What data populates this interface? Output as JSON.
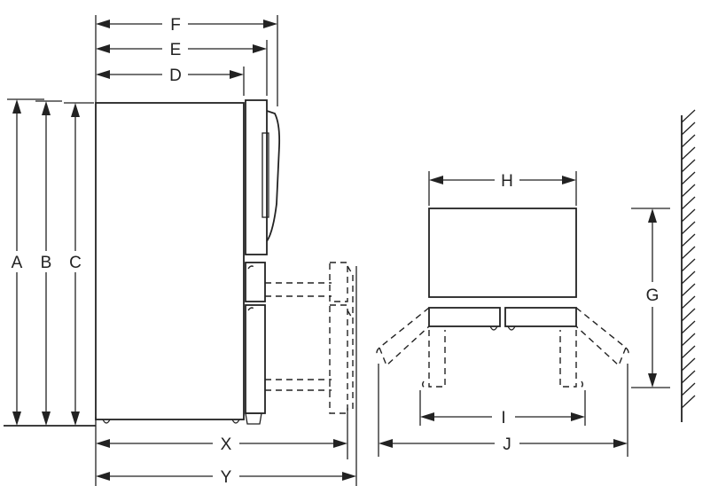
{
  "labels": {
    "A": "A",
    "B": "B",
    "C": "C",
    "D": "D",
    "E": "E",
    "F": "F",
    "G": "G",
    "H": "H",
    "I": "I",
    "J": "J",
    "X": "X",
    "Y": "Y"
  }
}
